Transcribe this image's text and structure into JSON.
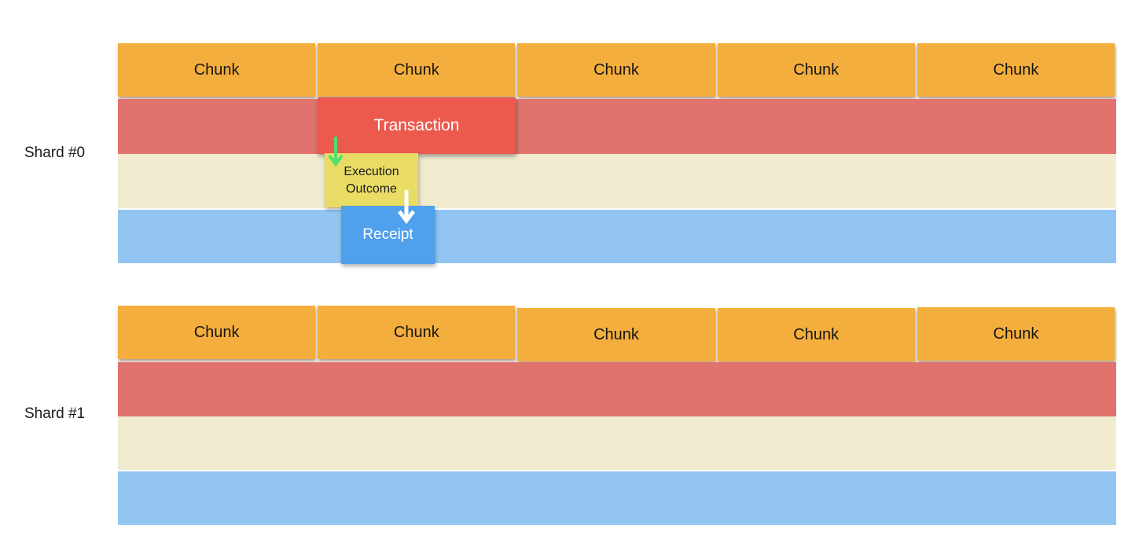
{
  "diagram": {
    "description_labels": {
      "transaction": "Transaction",
      "execution_outcome": "Execution Outcome",
      "receipt": "Receipt"
    }
  },
  "shards": [
    {
      "label": "Shard #0",
      "chunks": [
        "Chunk",
        "Chunk",
        "Chunk",
        "Chunk",
        "Chunk"
      ]
    },
    {
      "label": "Shard #1",
      "chunks": [
        "Chunk",
        "Chunk",
        "Chunk",
        "Chunk",
        "Chunk"
      ]
    }
  ],
  "colors": {
    "chunk_orange": "#f4ae3d",
    "transactions_lane_red": "#e0736d",
    "outcomes_lane_cream": "#f1ecd0",
    "receipts_lane_blue": "#93c5f3",
    "transaction_box_red": "#ec5a4e",
    "execution_outcome_yellow": "#e8dc64",
    "receipt_box_blue": "#4fa0ed",
    "arrow_green": "#4ee06a",
    "arrow_white": "#ffffff",
    "background": "#ffffff"
  }
}
